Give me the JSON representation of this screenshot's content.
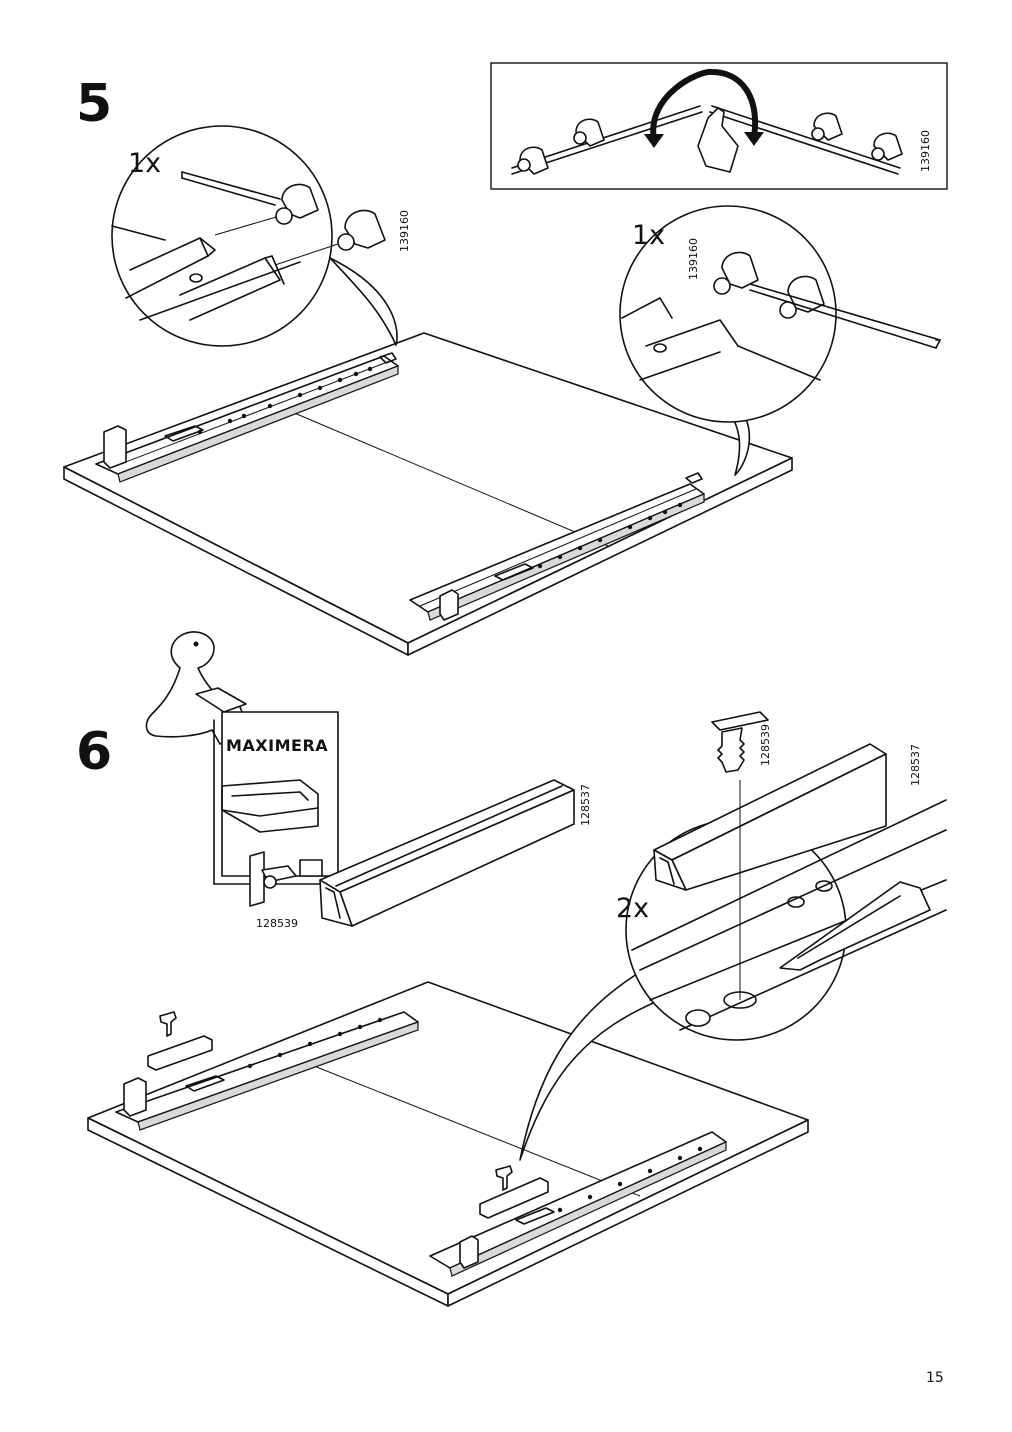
{
  "steps": [
    {
      "number": "5",
      "quantity_left": "1x",
      "part_left": "139160",
      "quantity_right": "1x",
      "part_right": "139160",
      "part_inset": "139160"
    },
    {
      "number": "6",
      "booklet_title": "MAXIMERA",
      "booklet_part": "128539",
      "strip_part": "128537",
      "quantity_detail": "2x",
      "detail_pin_part": "128539",
      "detail_strip_part": "128537"
    }
  ],
  "page_number": "15"
}
